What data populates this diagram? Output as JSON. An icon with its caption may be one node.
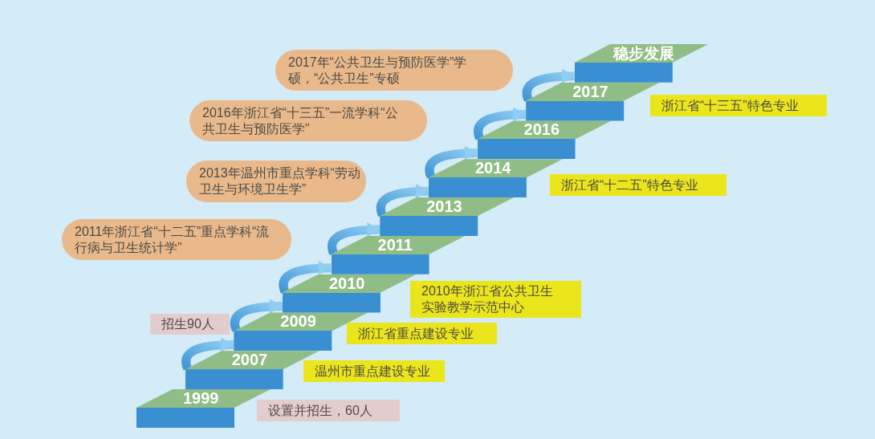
{
  "diagram": {
    "nodes": [
      {
        "text": [
          "1999"
        ]
      },
      {
        "text": [
          "2007"
        ]
      },
      {
        "text": [
          "2009"
        ]
      },
      {
        "text": [
          "2010"
        ]
      },
      {
        "text": [
          "2011"
        ]
      },
      {
        "text": [
          "2013"
        ]
      },
      {
        "text": [
          "2014"
        ]
      },
      {
        "text": [
          "2016"
        ]
      },
      {
        "text": [
          "2017"
        ]
      },
      {
        "text": [
          "稳步发展"
        ]
      },
      {
        "text": [
          "2017年“公共卫生与预防医学”学硕，“公共卫生”专硕"
        ]
      },
      {
        "text": [
          "2016年浙江省“十三五”一流学科“公共卫生与预防医学”"
        ]
      },
      {
        "text": [
          "浙江省“十三五”特色专业"
        ]
      },
      {
        "text": [
          "2013年温州市重点学科“劳动卫生与环境卫生学”"
        ]
      },
      {
        "text": [
          "浙江省“十二五”特色专业"
        ]
      },
      {
        "text": [
          "2011年浙江省“十二五”重点学科“流行病与卫生统计学”"
        ]
      },
      {
        "text": [
          "2010年浙江省公共卫生实验教学示范中心"
        ]
      },
      {
        "text": [
          "招生90人"
        ]
      },
      {
        "text": [
          "浙江省重点建设专业"
        ]
      },
      {
        "text": [
          "温州市重点建设专业"
        ]
      },
      {
        "text": [
          "设置并招生，60人"
        ]
      }
    ],
    "edges": [
      {
        "from": 1,
        "to": 2,
        "arrow": "to"
      },
      {
        "from": 2,
        "to": 3,
        "arrow": "to"
      },
      {
        "from": 3,
        "to": 4,
        "arrow": "to"
      },
      {
        "from": 4,
        "to": 5,
        "arrow": "to"
      },
      {
        "from": 5,
        "to": 6,
        "arrow": "to"
      },
      {
        "from": 6,
        "to": 7,
        "arrow": "to"
      },
      {
        "from": 7,
        "to": 8,
        "arrow": "to"
      },
      {
        "from": 8,
        "to": 9,
        "arrow": "to"
      }
    ]
  }
}
